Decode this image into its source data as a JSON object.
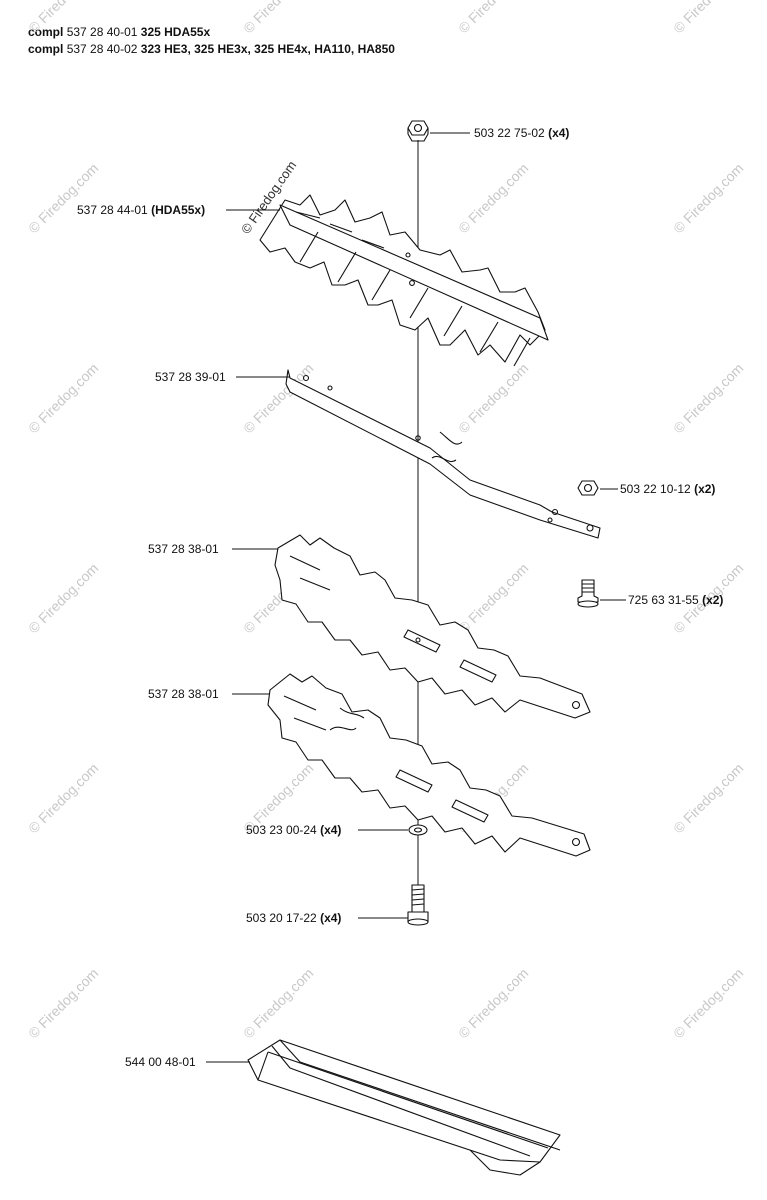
{
  "header": {
    "line1": {
      "prefix": "compl",
      "number": "537 28 40-01",
      "models": "325 HDA55x"
    },
    "line2": {
      "prefix": "compl",
      "number": "537 28 40-02",
      "models": "323 HE3, 325 HE3x, 325 HE4x, HA110, HA850"
    }
  },
  "watermark": {
    "text": "© Firedog.com",
    "main_text": "© Firedog.com"
  },
  "parts": [
    {
      "number": "503 22 75-02",
      "qty": "(x4)"
    },
    {
      "number": "537 28 44-01",
      "qty": "(HDA55x)"
    },
    {
      "number": "537 28 39-01",
      "qty": ""
    },
    {
      "number": "503 22 10-12",
      "qty": "(x2)"
    },
    {
      "number": "537 28 38-01",
      "qty": ""
    },
    {
      "number": "725 63 31-55",
      "qty": "(x2)"
    },
    {
      "number": "537 28 38-01",
      "qty": ""
    },
    {
      "number": "503 23 00-24",
      "qty": "(x4)"
    },
    {
      "number": "503 20 17-22",
      "qty": "(x4)"
    },
    {
      "number": "544 00 48-01",
      "qty": ""
    }
  ]
}
